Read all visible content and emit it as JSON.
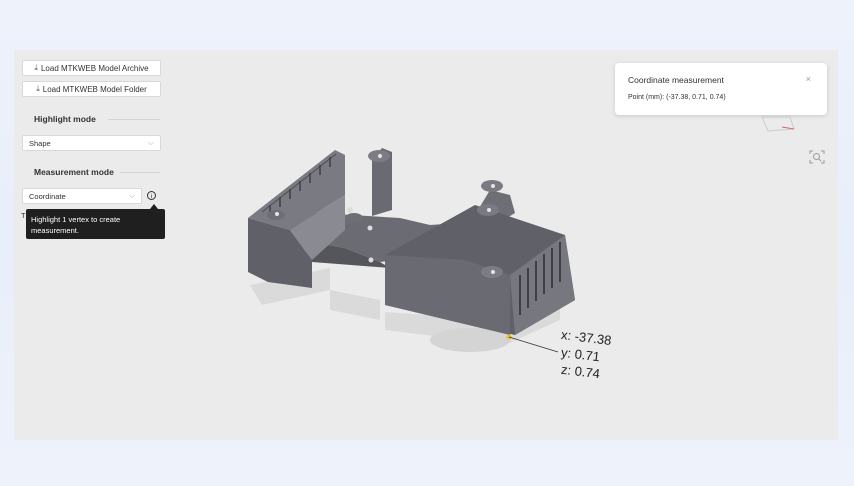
{
  "toolbar": {
    "load_archive": "Load MTKWEB Model Archive",
    "load_folder": "Load MTKWEB Model Folder"
  },
  "highlight": {
    "title": "Highlight mode",
    "selected": "Shape"
  },
  "measurement": {
    "title": "Measurement mode",
    "selected": "Coordinate",
    "tooltip": "Highlight 1 vertex to create measurement.",
    "hidden_letter": "T"
  },
  "panel": {
    "title": "Coordinate measurement",
    "close": "×",
    "text": "Point (mm): (-37.38, 0.71, 0.74)"
  },
  "readout": {
    "x": "x: -37.38",
    "y": "y: 0.71",
    "z": "z: 0.74"
  },
  "icons": {
    "upload": "upload-icon",
    "chevron": "chevron-down-icon",
    "info": "info-icon",
    "close": "close-icon",
    "zoom": "zoom-fit-icon"
  },
  "colors": {
    "viewport": "#ebebeb",
    "tooltip_bg": "#1f1f1f",
    "model": "#5d5d64",
    "vertex_highlight": "#e8c020"
  }
}
